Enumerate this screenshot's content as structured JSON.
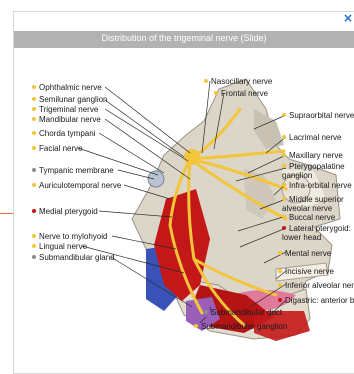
{
  "window": {
    "title": "Distribution of the trigeminal nerve (Slide)",
    "close_glyph": "×"
  },
  "colors": {
    "nerve": "#f2c53a",
    "artery": "#c41818",
    "gray_bullet": "#8c8c8c",
    "title_bar": "#b2b2b2",
    "close": "#1f6fd1"
  },
  "labels_left": [
    {
      "text": "Ophthalmic nerve",
      "bullet": "nerve"
    },
    {
      "text": "Semilunar ganglion",
      "bullet": "nerve"
    },
    {
      "text": "Trigeminal nerve",
      "bullet": "nerve"
    },
    {
      "text": "Mandibular nerve",
      "bullet": "nerve"
    },
    {
      "text": "Chorda tympani",
      "bullet": "nerve"
    },
    {
      "text": "Facial nerve",
      "bullet": "nerve"
    },
    {
      "text": "Tympanic membrane",
      "bullet": "gray"
    },
    {
      "text": "Auriculotemporal nerve",
      "bullet": "nerve"
    },
    {
      "text": "Medial pterygoid",
      "bullet": "artery"
    },
    {
      "text": "Nerve to mylohyoid",
      "bullet": "nerve"
    },
    {
      "text": "Lingual nerve",
      "bullet": "nerve"
    },
    {
      "text": "Submandibular gland",
      "bullet": "gray"
    }
  ],
  "labels_right": [
    {
      "text": "Nasocillary nerve",
      "bullet": "nerve"
    },
    {
      "text": "Frontal nerve",
      "bullet": "nerve"
    },
    {
      "text": "Supraorbital nerve",
      "bullet": "nerve"
    },
    {
      "text": "Lacrimal nerve",
      "bullet": "nerve"
    },
    {
      "text": "Maxillary nerve",
      "bullet": "nerve"
    },
    {
      "text": "Pterygopalatine ganglion",
      "bullet": "nerve"
    },
    {
      "text": "Infra-orbital nerve",
      "bullet": "nerve"
    },
    {
      "text": "Middle superior alveolar nerve",
      "bullet": "nerve"
    },
    {
      "text": "Buccal nerve",
      "bullet": "nerve"
    },
    {
      "text": "Lateral pterygoid: lower head",
      "bullet": "artery"
    },
    {
      "text": "Mental nerve",
      "bullet": "nerve"
    },
    {
      "text": "Incisive nerve",
      "bullet": "nerve"
    },
    {
      "text": "Inferior alveolar nerve",
      "bullet": "nerve"
    },
    {
      "text": "Digastric: anterior belly",
      "bullet": "artery"
    }
  ],
  "labels_bottom": [
    {
      "text": "Submandibular duct",
      "bullet": "gray"
    },
    {
      "text": "Submandibular ganglion",
      "bullet": "nerve"
    }
  ]
}
